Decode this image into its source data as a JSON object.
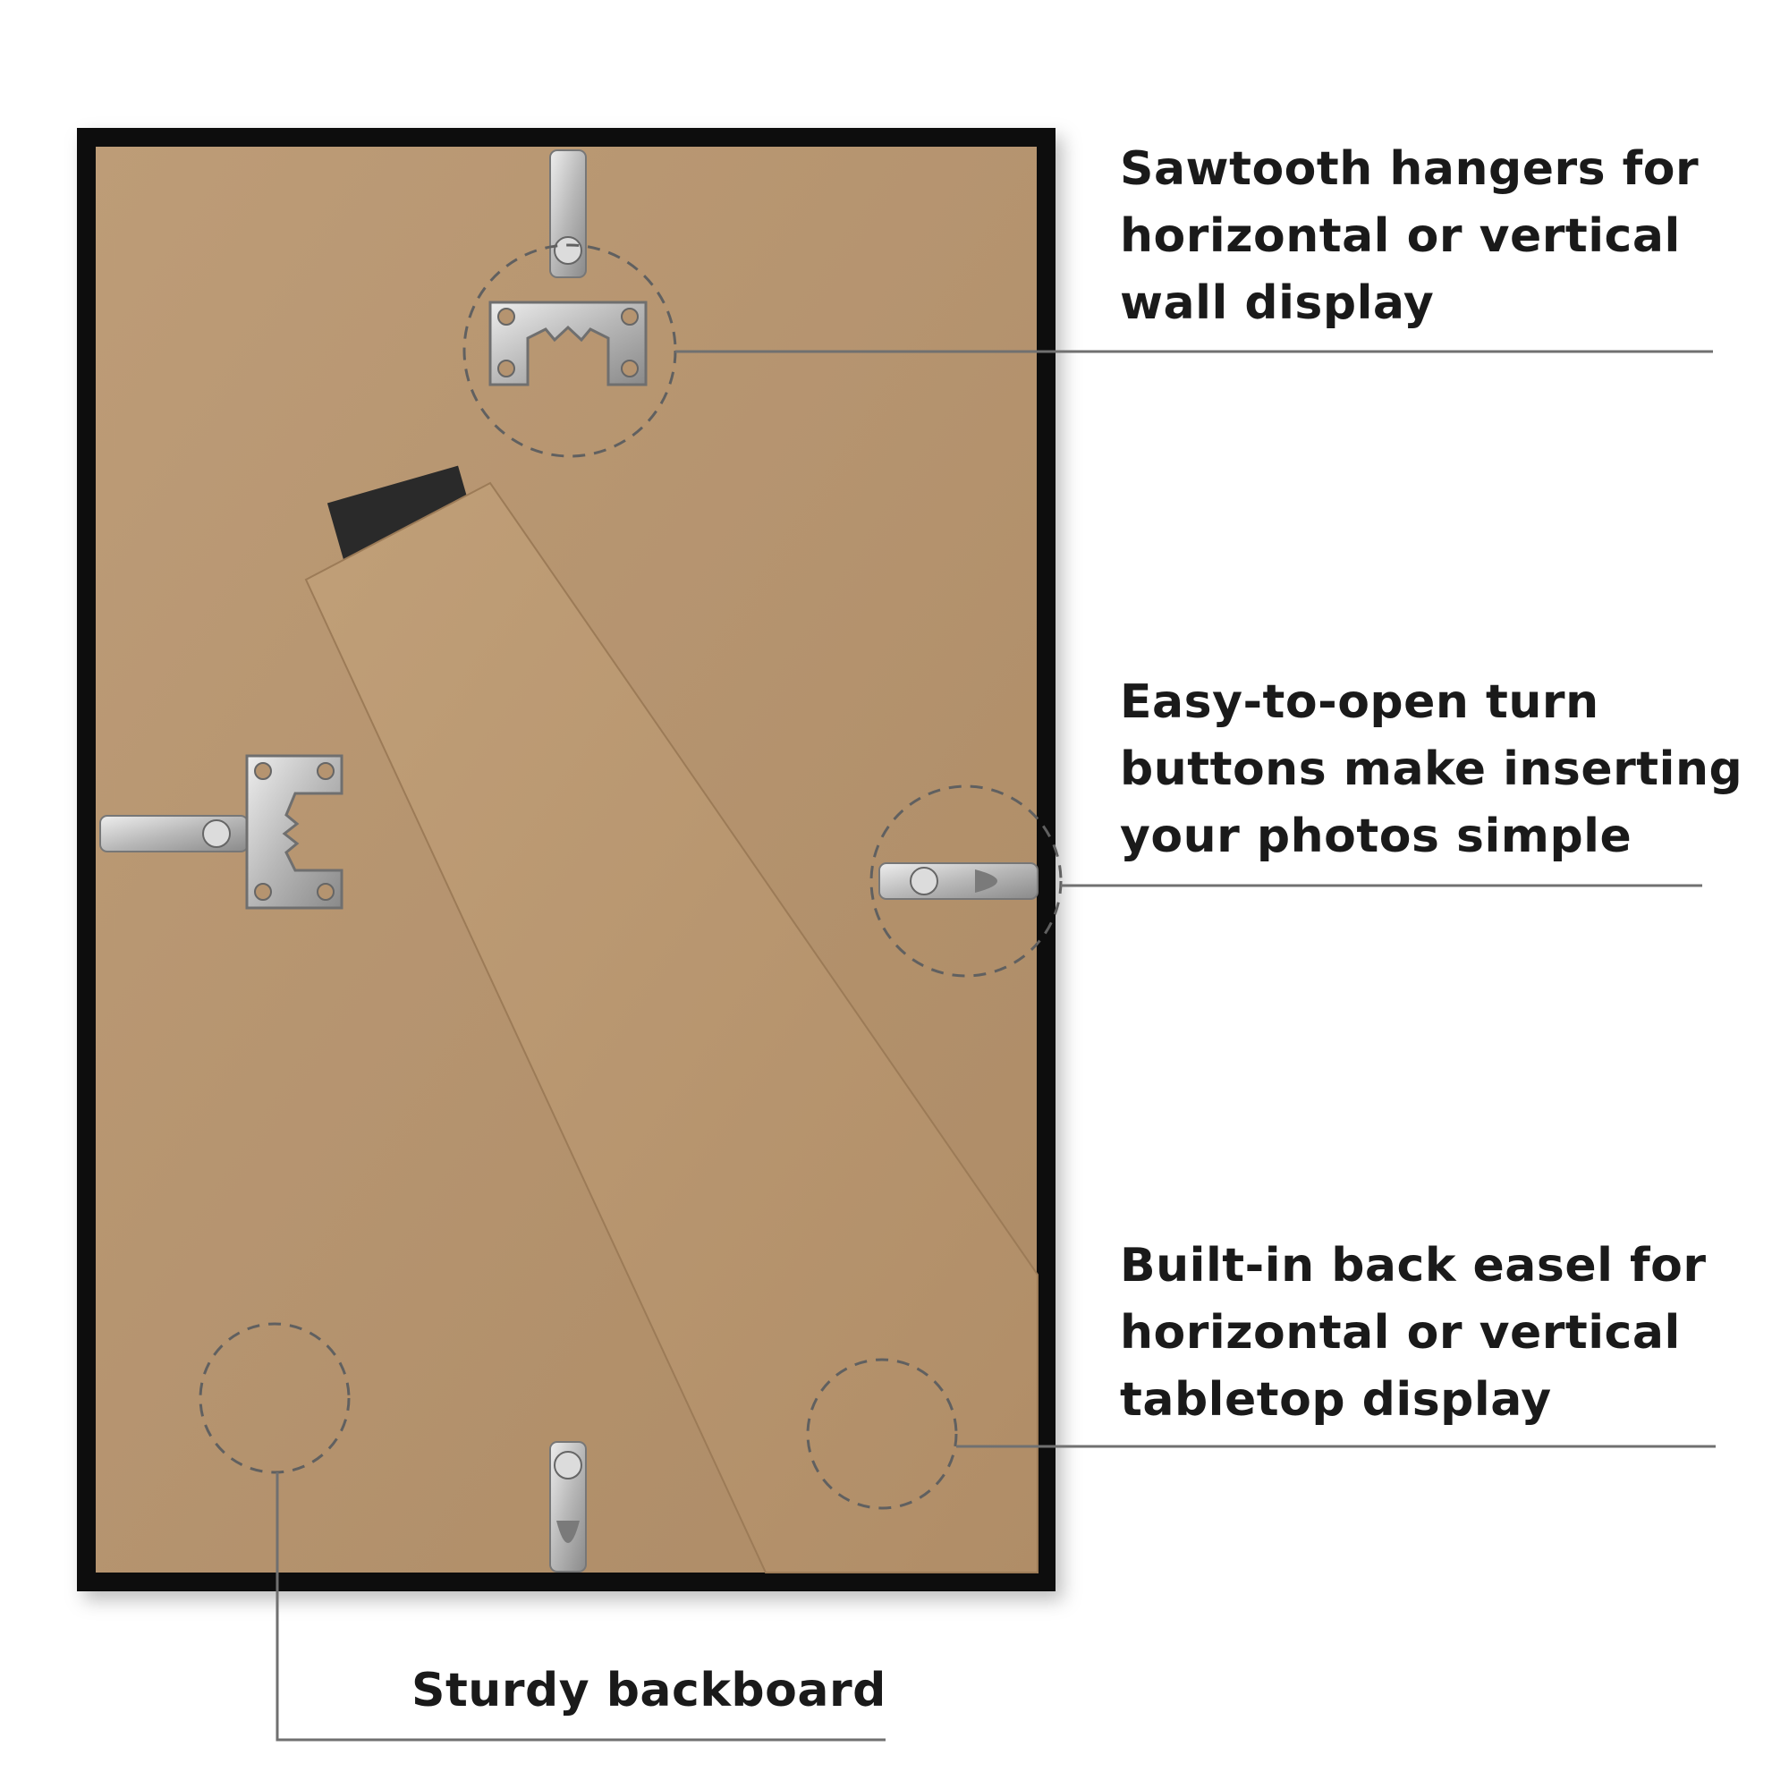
{
  "callouts": {
    "sawtooth": {
      "lines": [
        "Sawtooth hangers for",
        "horizontal or vertical",
        "wall display"
      ]
    },
    "turn_buttons": {
      "lines": [
        "Easy-to-open turn",
        "buttons make inserting",
        "your photos simple"
      ]
    },
    "easel": {
      "lines": [
        "Built-in back easel for",
        "horizontal or vertical",
        "tabletop display"
      ]
    },
    "backboard": {
      "lines": [
        "Sturdy backboard"
      ]
    }
  },
  "colors": {
    "frame": "#111111",
    "backboard": "#b59470",
    "easel": "#b8966f",
    "metal": "#c9c9c9",
    "leader_line": "#707070",
    "text": "#1a1a1a"
  },
  "icons": [
    "sawtooth-hanger-icon",
    "turn-button-icon",
    "easel-icon"
  ]
}
